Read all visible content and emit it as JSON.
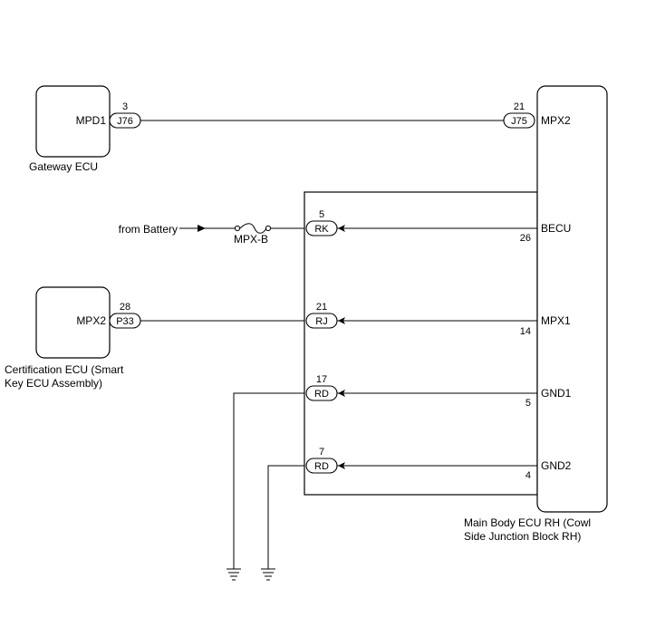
{
  "components": {
    "gateway_ecu": {
      "name": "Gateway ECU",
      "terminal": "MPD1"
    },
    "certification_ecu": {
      "name_line1": "Certification ECU (Smart",
      "name_line2": "Key ECU Assembly)",
      "terminal": "MPX2"
    },
    "main_body_ecu": {
      "name_line1": "Main Body ECU RH (Cowl",
      "name_line2": "Side Junction Block RH)"
    }
  },
  "connectors": {
    "j76": {
      "label": "J76",
      "pin": "3"
    },
    "j75": {
      "label": "J75",
      "pin": "21"
    },
    "rk": {
      "label": "RK",
      "pin": "5"
    },
    "rj": {
      "label": "RJ",
      "pin": "21"
    },
    "p33": {
      "label": "P33",
      "pin": "28"
    },
    "rd1": {
      "label": "RD",
      "pin": "17"
    },
    "rd2": {
      "label": "RD",
      "pin": "7"
    }
  },
  "ecu_terminals": {
    "mpx2": {
      "name": "MPX2"
    },
    "becu": {
      "name": "BECU",
      "pin": "26"
    },
    "mpx1": {
      "name": "MPX1",
      "pin": "14"
    },
    "gnd1": {
      "name": "GND1",
      "pin": "5"
    },
    "gnd2": {
      "name": "GND2",
      "pin": "4"
    }
  },
  "battery": {
    "source_label": "from Battery",
    "fuse_label": "MPX-B"
  }
}
